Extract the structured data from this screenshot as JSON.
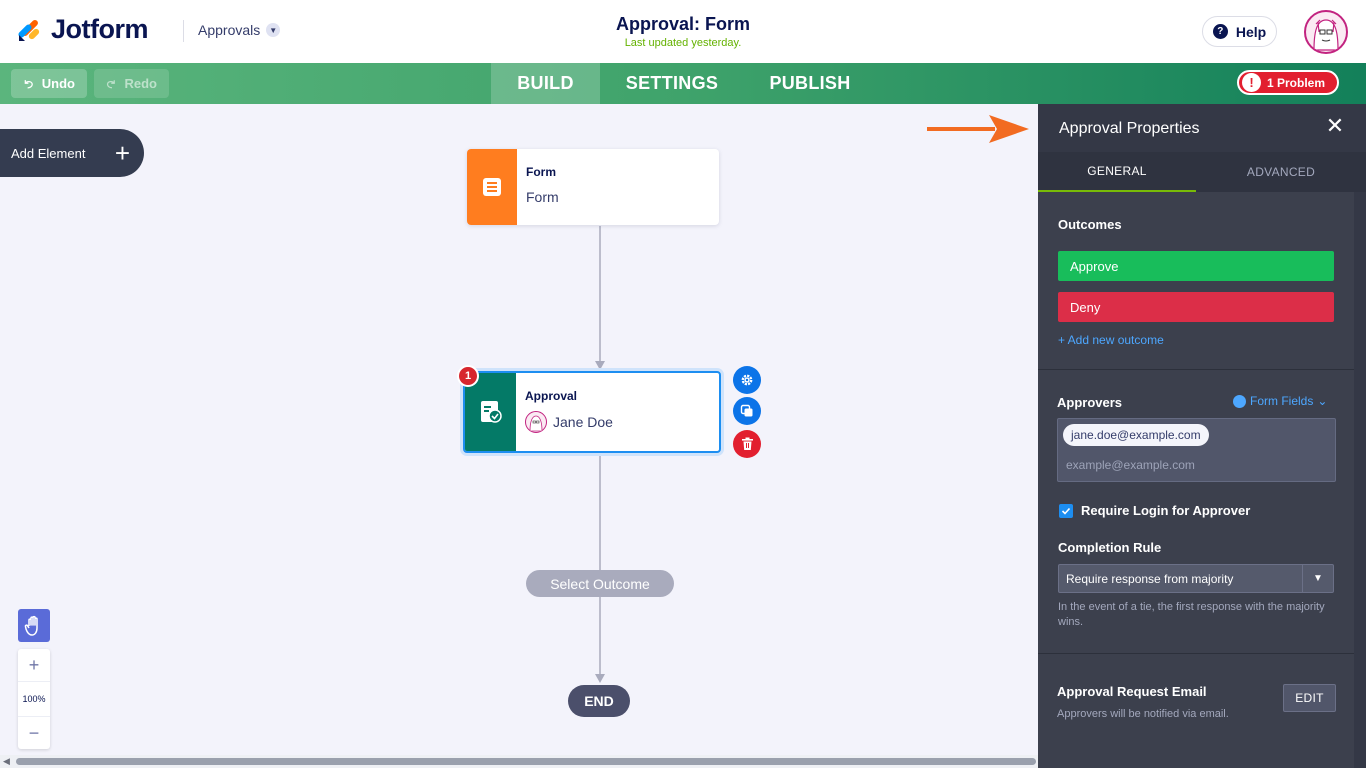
{
  "header": {
    "logo_text": "Jotform",
    "app_switcher": "Approvals",
    "title": "Approval: Form",
    "subtitle": "Last updated yesterday.",
    "help_label": "Help"
  },
  "toolbar": {
    "undo_label": "Undo",
    "redo_label": "Redo",
    "tabs": [
      {
        "label": "BUILD",
        "active": true
      },
      {
        "label": "SETTINGS",
        "active": false
      },
      {
        "label": "PUBLISH",
        "active": false
      }
    ],
    "problem_label": "1 Problem"
  },
  "canvas": {
    "add_element_label": "Add Element",
    "nodes": {
      "form": {
        "type": "Form",
        "name": "Form"
      },
      "approval": {
        "type": "Approval",
        "assignee": "Jane Doe",
        "badge": "1"
      }
    },
    "select_outcome_label": "Select Outcome",
    "end_label": "END",
    "zoom": {
      "plus": "+",
      "level": "100%",
      "minus": "−"
    }
  },
  "panel": {
    "title": "Approval Properties",
    "tabs": [
      {
        "label": "GENERAL",
        "active": true
      },
      {
        "label": "ADVANCED",
        "active": false
      }
    ],
    "outcomes_label": "Outcomes",
    "outcomes": [
      {
        "label": "Approve",
        "color": "#18bd5b"
      },
      {
        "label": "Deny",
        "color": "#dc2e48"
      }
    ],
    "add_outcome_label": "+ Add new outcome",
    "approvers_label": "Approvers",
    "form_fields_label": "Form Fields",
    "approver_chip": "jane.doe@example.com",
    "approver_placeholder": "example@example.com",
    "require_login_label": "Require Login for Approver",
    "require_login_checked": true,
    "completion_rule_label": "Completion Rule",
    "completion_rule_value": "Require response from majority",
    "completion_hint": "In the event of a tie, the first response with the majority wins.",
    "email_title": "Approval Request Email",
    "email_hint": "Approvers will be notified via email.",
    "edit_label": "EDIT"
  },
  "colors": {
    "brand_navy": "#0a1551",
    "form_node": "#ff7d1f",
    "approval_node": "#047a67",
    "problem_red": "#e21f2f",
    "arrow_orange": "#f26b21"
  }
}
